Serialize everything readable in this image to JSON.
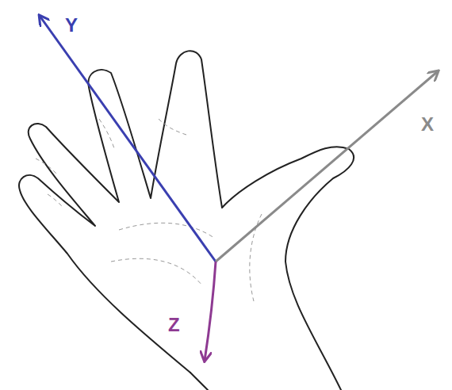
{
  "diagram": {
    "labels": [
      "Y",
      "X",
      "Z"
    ]
  }
}
